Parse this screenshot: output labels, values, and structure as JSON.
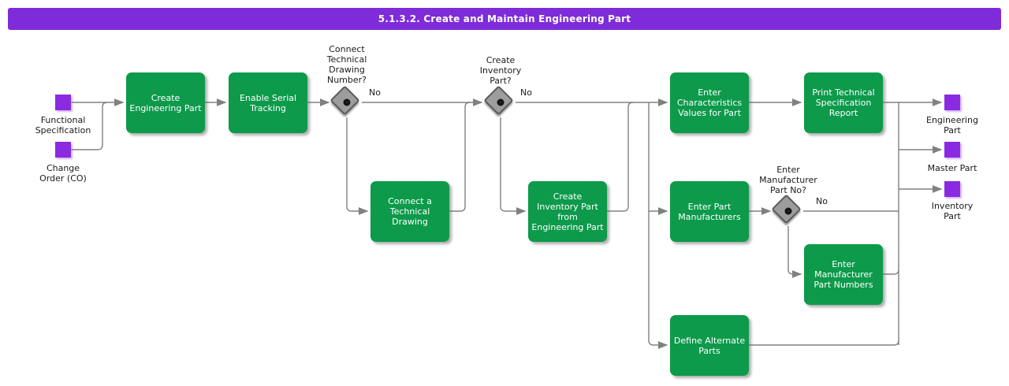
{
  "title": "5.1.3.2. Create and Maintain Engineering Part",
  "colors": {
    "header": "#7e2bd9",
    "activity": "#0d9a4b",
    "artifact": "#8a2be2",
    "line": "#808080",
    "decision": "#9d9d9d"
  },
  "inputs": {
    "functional_specification": "Functional\nSpecification",
    "change_order": "Change\nOrder (CO)"
  },
  "outputs": {
    "engineering_part": "Engineering\nPart",
    "master_part": "Master Part",
    "inventory_part": "Inventory\nPart"
  },
  "activities": {
    "create_engineering_part": "Create\nEngineering Part",
    "enable_serial_tracking": "Enable Serial\nTracking",
    "connect_technical_drawing": "Connect a\nTechnical\nDrawing",
    "create_inventory_part_from_engineering_part": "Create\nInventory Part\nfrom\nEngineering Part",
    "enter_characteristics_values": "Enter\nCharacteristics\nValues for Part",
    "print_technical_specification_report": "Print Technical\nSpecification\nReport",
    "enter_part_manufacturers": "Enter Part\nManufacturers",
    "enter_manufacturer_part_numbers": "Enter\nManufacturer\nPart Numbers",
    "define_alternate_parts": "Define Alternate\nParts"
  },
  "decisions": {
    "connect_technical_drawing_number": "Connect\nTechnical\nDrawing\nNumber?",
    "create_inventory_part": "Create\nInventory\nPart?",
    "enter_manufacturer_part_no": "Enter\nManufacturer\nPart No?"
  },
  "edge_labels": {
    "no_connect_drawing": "No",
    "no_create_inventory": "No",
    "no_enter_manufacturer": "No"
  }
}
